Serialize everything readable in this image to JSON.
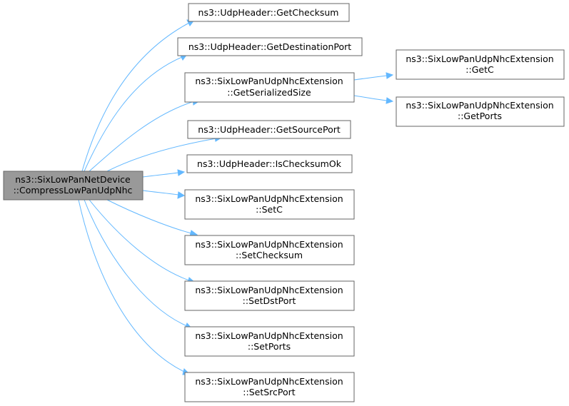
{
  "graph": {
    "root": {
      "line1": "ns3::SixLowPanNetDevice",
      "line2": "::CompressLowPanUdpNhc"
    },
    "callees": [
      {
        "id": "getchecksum",
        "line1": "ns3::UdpHeader::GetChecksum",
        "line2": ""
      },
      {
        "id": "getdestinationport",
        "line1": "ns3::UdpHeader::GetDestinationPort",
        "line2": ""
      },
      {
        "id": "getserializedsize",
        "line1": "ns3::SixLowPanUdpNhcExtension",
        "line2": "::GetSerializedSize"
      },
      {
        "id": "getsourceport",
        "line1": "ns3::UdpHeader::GetSourcePort",
        "line2": ""
      },
      {
        "id": "ischecksumok",
        "line1": "ns3::UdpHeader::IsChecksumOk",
        "line2": ""
      },
      {
        "id": "setc",
        "line1": "ns3::SixLowPanUdpNhcExtension",
        "line2": "::SetC"
      },
      {
        "id": "setchecksum",
        "line1": "ns3::SixLowPanUdpNhcExtension",
        "line2": "::SetChecksum"
      },
      {
        "id": "setdstport",
        "line1": "ns3::SixLowPanUdpNhcExtension",
        "line2": "::SetDstPort"
      },
      {
        "id": "setports",
        "line1": "ns3::SixLowPanUdpNhcExtension",
        "line2": "::SetPorts"
      },
      {
        "id": "setsrcport",
        "line1": "ns3::SixLowPanUdpNhcExtension",
        "line2": "::SetSrcPort"
      }
    ],
    "secondary": [
      {
        "id": "getc",
        "line1": "ns3::SixLowPanUdpNhcExtension",
        "line2": "::GetC"
      },
      {
        "id": "getports",
        "line1": "ns3::SixLowPanUdpNhcExtension",
        "line2": "::GetPorts"
      }
    ]
  }
}
